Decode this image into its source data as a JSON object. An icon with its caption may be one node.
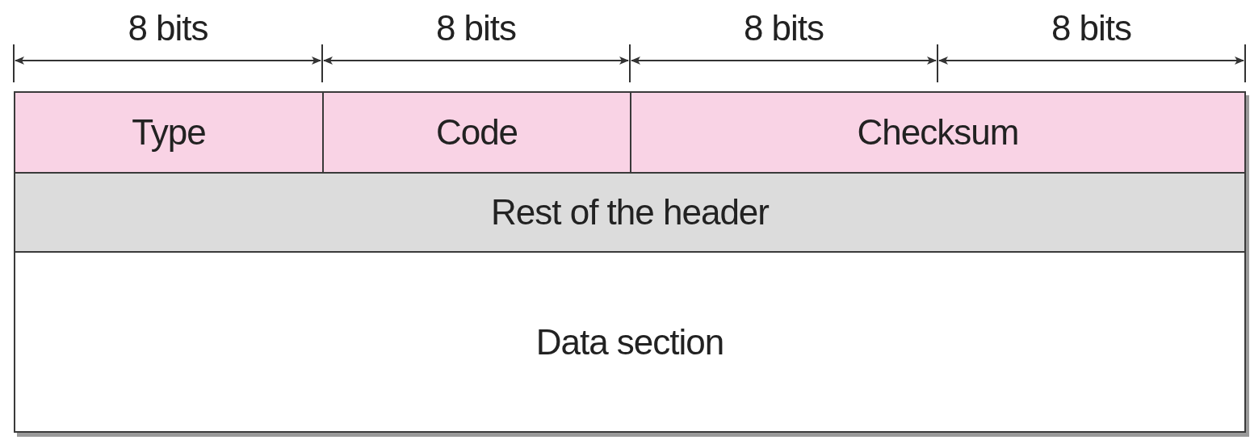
{
  "diagram": {
    "nodes": [
      {
        "text": [
          "Type"
        ]
      },
      {
        "text": [
          "Code"
        ]
      },
      {
        "text": [
          "Checksum"
        ]
      },
      {
        "text": [
          "Rest of the header"
        ]
      },
      {
        "text": [
          "Data section"
        ]
      }
    ],
    "labels": [
      "8 bits",
      "8 bits",
      "8 bits",
      "8 bits"
    ]
  }
}
